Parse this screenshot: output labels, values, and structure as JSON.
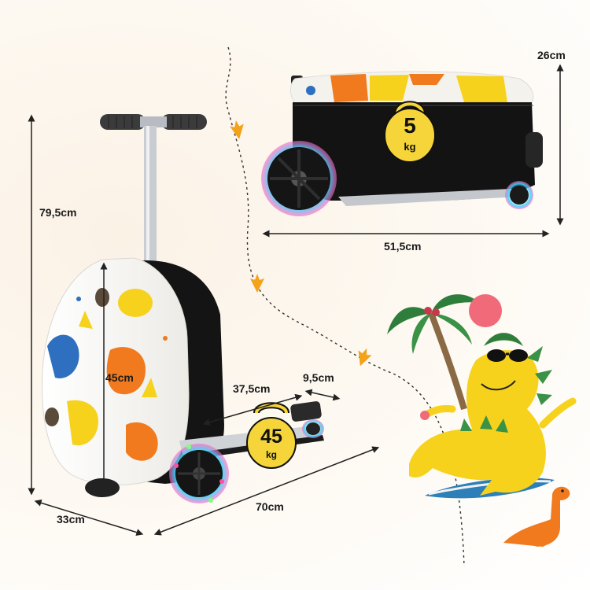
{
  "dimensions": {
    "total_height": "79,5cm",
    "base_depth": "33cm",
    "suitcase_height": "45cm",
    "deck_length": "37,5cm",
    "deck_width": "9,5cm",
    "total_length": "70cm",
    "case_height": "26cm",
    "case_length": "51,5cm"
  },
  "weights": {
    "case_weight_value": "5",
    "case_weight_unit": "kg",
    "load_value": "45",
    "load_unit": "kg"
  },
  "colors": {
    "background": "#fdf8f0",
    "case_black": "#111111",
    "dino_yellow": "#f6d21d",
    "dino_orange": "#f07a1d",
    "dino_blue": "#2e6fbf",
    "kettlebell_yellow": "#f5d53a",
    "wheel_glow": "#39d7ff",
    "footprint": "#f3a21a"
  },
  "icons": [
    "kettlebell-icon",
    "dino-footprint-icon",
    "palm-tree-icon",
    "sunglasses-icon",
    "surfboard-icon"
  ]
}
